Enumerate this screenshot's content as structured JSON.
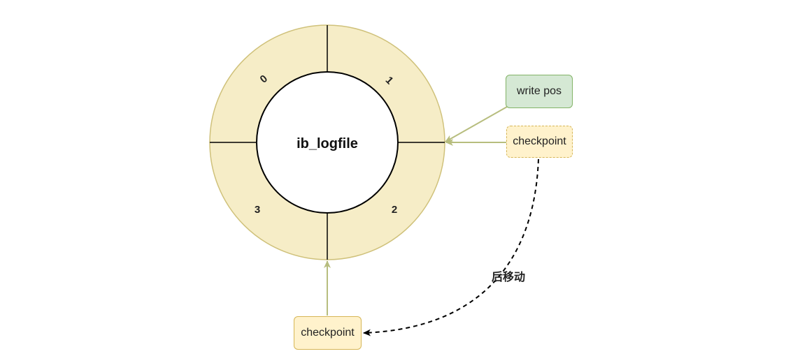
{
  "diagram": {
    "center_label": "ib_logfile",
    "segments": [
      "0",
      "1",
      "2",
      "3"
    ],
    "write_pos_label": "write pos",
    "checkpoint_top_label": "checkpoint",
    "checkpoint_bottom_label": "checkpoint",
    "move_label": "后移动"
  },
  "colors": {
    "ring_fill": "#f6edc7",
    "ring_stroke": "#cfc17a",
    "write_pos_fill": "#d5e8d4",
    "write_pos_stroke": "#82b366",
    "checkpoint_fill": "#fff2cc",
    "checkpoint_stroke": "#d6b656",
    "arrow": "#b7bd7e",
    "dashed_arrow": "#000000"
  }
}
